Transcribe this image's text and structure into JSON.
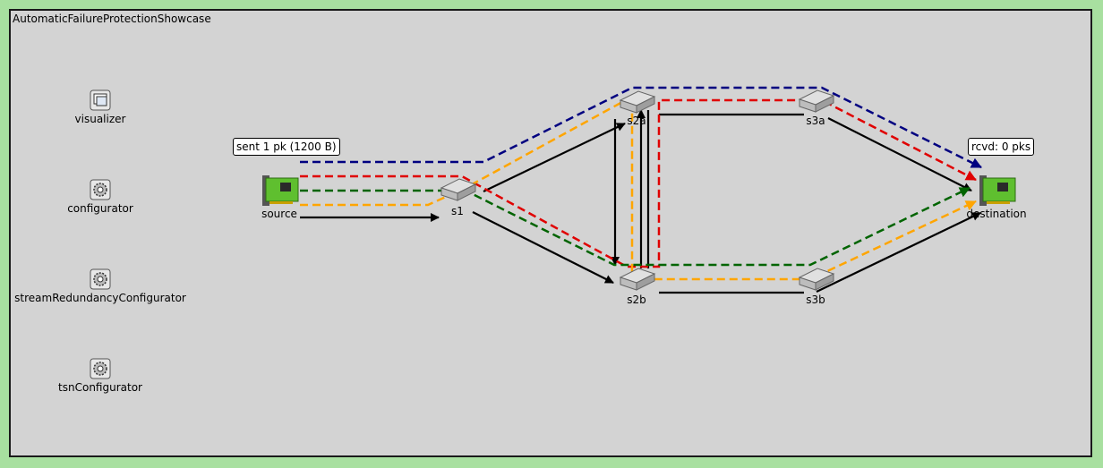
{
  "network_title": "AutomaticFailureProtectionShowcase",
  "modules": {
    "visualizer": "visualizer",
    "configurator": "configurator",
    "stream_redundancy_configurator": "streamRedundancyConfigurator",
    "tsn_configurator": "tsnConfigurator"
  },
  "nodes": {
    "source": "source",
    "s1": "s1",
    "s2a": "s2a",
    "s2b": "s2b",
    "s3a": "s3a",
    "s3b": "s3b",
    "destination": "destination"
  },
  "bubbles": {
    "source": "sent 1 pk (1200 B)",
    "destination": "rcvd: 0 pks"
  },
  "colors": {
    "canvas_bg": "#d3d3d3",
    "outer_bg": "#a8e0a0",
    "path_blue": "#000080",
    "path_red": "#e00000",
    "path_green": "#006400",
    "path_orange": "#ffa500",
    "link_black": "#000000"
  },
  "icons": {
    "visualizer": "window-icon",
    "configurator": "gear-icon",
    "stream_redundancy_configurator": "gear-icon",
    "tsn_configurator": "gear-icon",
    "source": "network-card-icon",
    "destination": "network-card-icon",
    "switch": "switch-icon"
  }
}
